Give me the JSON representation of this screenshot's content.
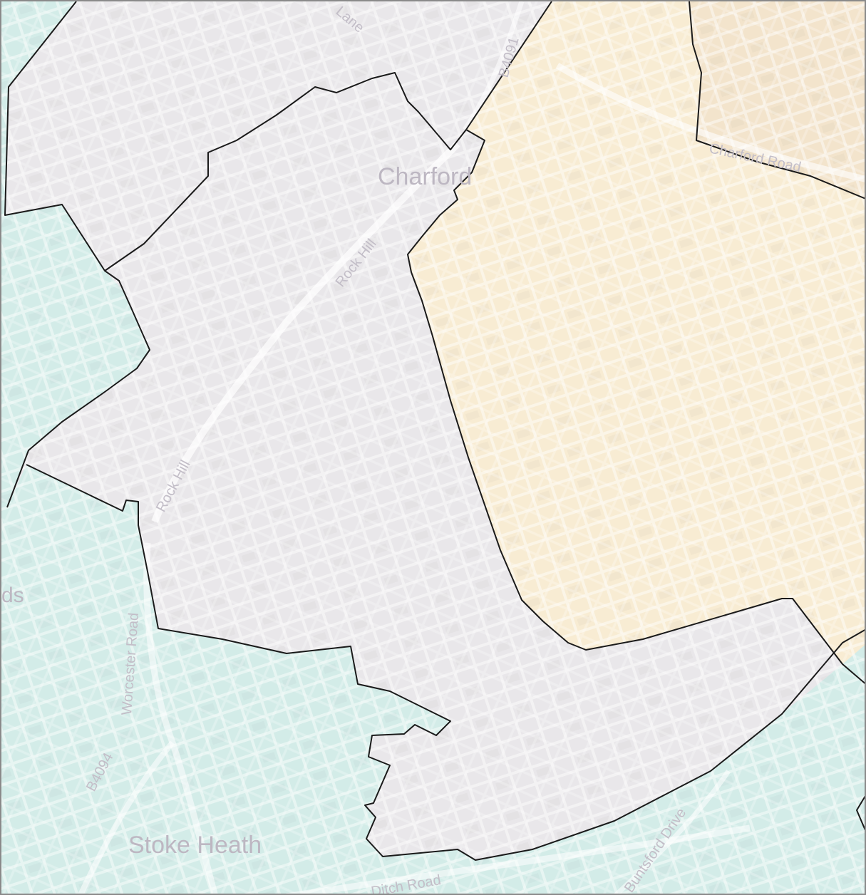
{
  "map": {
    "places": {
      "charford": "Charford",
      "stoke_heath": "Stoke Heath",
      "cut_edge": "ds"
    },
    "roads": {
      "rock_hill_north": "Rock Hill",
      "rock_hill_south": "Rock Hill",
      "worcester_road": "Worcester Road",
      "b4094": "B4094",
      "charford_road": "Charford Road",
      "lane_top": "Lane",
      "b4091": "B4091",
      "buntsford_drive": "Buntsford Drive",
      "bottom_road": "Ditch Road"
    },
    "colors": {
      "region_lavender": "#e9e7ea",
      "region_teal": "#d3ece8",
      "region_peach": "#f8ecd3",
      "region_tan": "#f3e4cc",
      "boundary": "#1a1a1a",
      "frame": "#8a8a8a"
    }
  }
}
